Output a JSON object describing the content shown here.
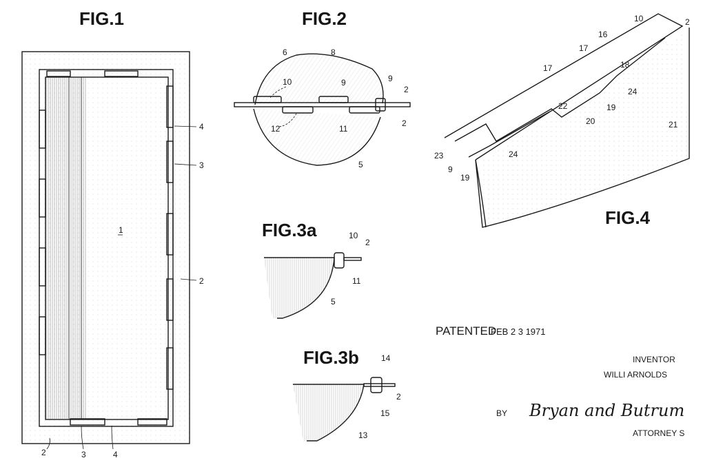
{
  "figures": {
    "fig1": {
      "title": "FIG.1",
      "labels": {
        "panel": "1",
        "edge_a": "4",
        "edge_b": "3",
        "edge_c": "2",
        "bottom_2": "2",
        "bottom_3": "3",
        "bottom_4": "4"
      }
    },
    "fig2": {
      "title": "FIG.2",
      "labels": {
        "n6": "6",
        "n8": "8",
        "n10": "10",
        "n9a": "9",
        "n9b": "9",
        "n2a": "2",
        "n2b": "2",
        "n12": "12",
        "n11": "11",
        "n5": "5"
      }
    },
    "fig3a": {
      "title": "FIG.3a",
      "labels": {
        "n10": "10",
        "n2": "2",
        "n11": "11",
        "n5": "5"
      }
    },
    "fig3b": {
      "title": "FIG.3b",
      "labels": {
        "n14": "14",
        "n2": "2",
        "n15": "15",
        "n13": "13"
      }
    },
    "fig4": {
      "title": "FIG.4",
      "labels": {
        "n10": "10",
        "n2": "2",
        "n16": "16",
        "n17a": "17",
        "n18": "18",
        "n17b": "17",
        "n24a": "24",
        "n22": "22",
        "n19a": "19",
        "n20": "20",
        "n21": "21",
        "n23": "23",
        "n24b": "24",
        "n9": "9",
        "n19b": "19"
      }
    }
  },
  "patent": {
    "patented_label": "PATENTED",
    "date": "FEB 2 3 1971",
    "inventor_label": "INVENTOR",
    "inventor_name": "WILLI  ARNOLDS",
    "by_label": "BY",
    "signature": "Bryan and Butrum",
    "attorneys_label": "ATTORNEY S"
  }
}
